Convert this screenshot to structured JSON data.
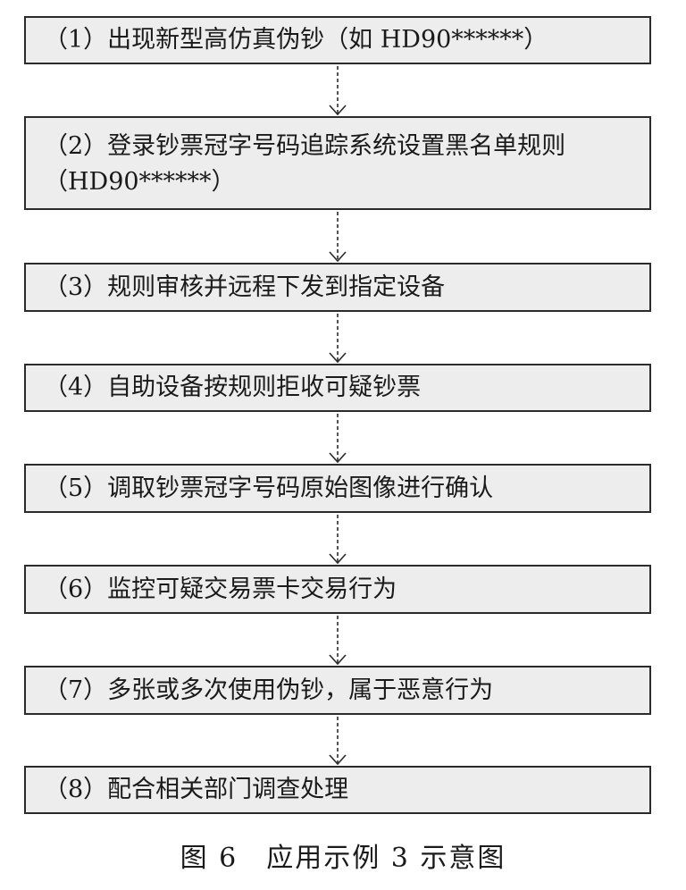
{
  "steps": [
    {
      "text": "（1）出现新型高仿真伪钞（如 HD90******）"
    },
    {
      "text": "（2）登录钞票冠字号码追踪系统设置黑名单规则（HD90******）"
    },
    {
      "text": "（3）规则审核并远程下发到指定设备"
    },
    {
      "text": "（4）自助设备按规则拒收可疑钞票"
    },
    {
      "text": "（5）调取钞票冠字号码原始图像进行确认"
    },
    {
      "text": "（6）监控可疑交易票卡交易行为"
    },
    {
      "text": "（7）多张或多次使用伪钞，属于恶意行为"
    },
    {
      "text": "（8）配合相关部门调查处理"
    }
  ],
  "caption": "图 6　应用示例 3 示意图",
  "colors": {
    "box_fill": "#ededed",
    "border": "#2b2b2b",
    "text": "#1a1a1a"
  }
}
